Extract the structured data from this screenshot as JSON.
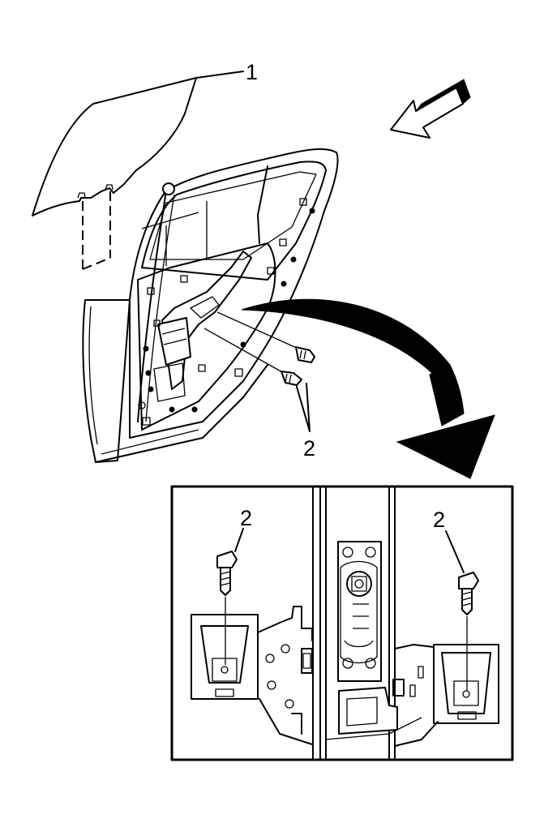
{
  "callouts": {
    "glass": "1",
    "bolts_main": "2",
    "bolt_detail_left": "2",
    "bolt_detail_right": "2"
  },
  "icons": {
    "view_arrow": "view-direction-arrow-icon",
    "detail_arrow": "detail-view-arrow-icon",
    "bolt": "bolt-icon"
  },
  "colors": {
    "line": "#000000",
    "background": "#ffffff"
  }
}
